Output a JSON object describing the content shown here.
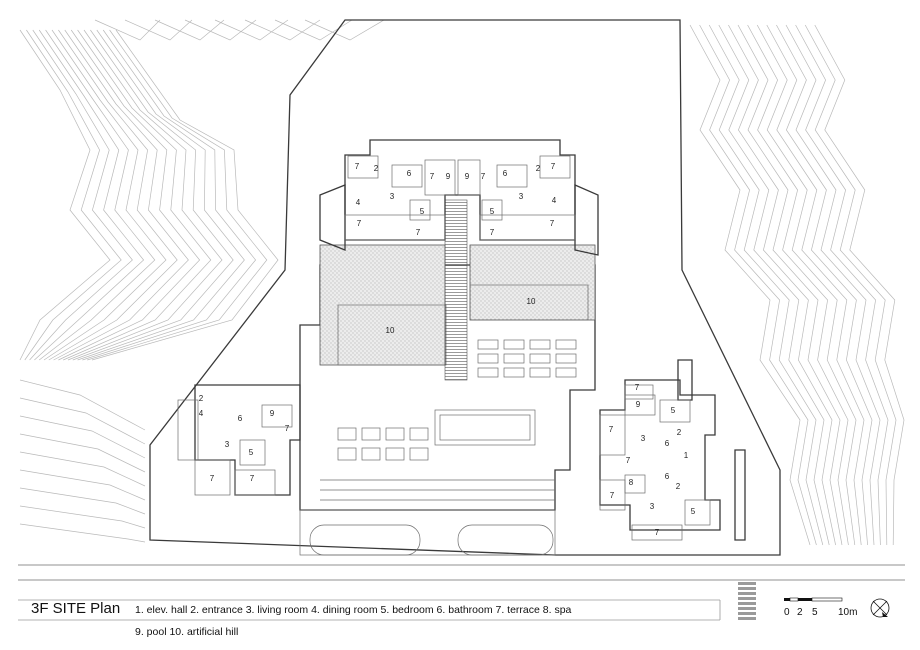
{
  "title": "3F SITE Plan",
  "legend": {
    "line1": "1. elev. hall  2. entrance  3. living room  4. dining room  5. bedroom  6. bathroom  7. terrace  8. spa",
    "line2": "9. pool  10. artificial hill"
  },
  "scale": {
    "ticks": [
      "0",
      "2",
      "5",
      "10m"
    ]
  },
  "room_labels": {
    "one": "1",
    "two": "2",
    "three": "3",
    "four": "4",
    "five": "5",
    "six": "6",
    "seven": "7",
    "eight": "8",
    "nine": "9",
    "ten": "10"
  },
  "icons": {
    "north_arrow": "north-arrow-icon"
  }
}
